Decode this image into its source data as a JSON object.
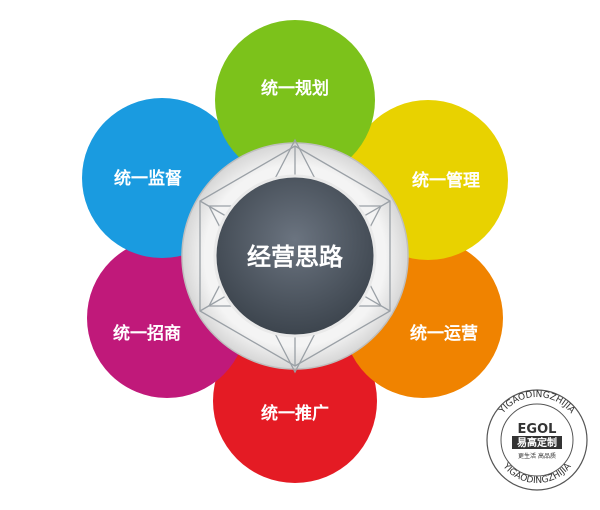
{
  "diagram": {
    "center": {
      "label": "经营思路"
    },
    "petals": [
      {
        "id": "plan",
        "label": "统一规划",
        "color": "#7cc21b"
      },
      {
        "id": "manage",
        "label": "统一管理",
        "color": "#e8d200"
      },
      {
        "id": "operate",
        "label": "统一运营",
        "color": "#f08300"
      },
      {
        "id": "promote",
        "label": "统一推广",
        "color": "#e41b24"
      },
      {
        "id": "invest",
        "label": "统一招商",
        "color": "#c0197a"
      },
      {
        "id": "monitor",
        "label": "统一监督",
        "color": "#1a9be0"
      }
    ]
  },
  "watermark": {
    "brand": "EGOL",
    "brand_cn": "易高定制",
    "ring_text": "YIGAODINGZHIJIA",
    "tagline": "更生活 高品质"
  }
}
